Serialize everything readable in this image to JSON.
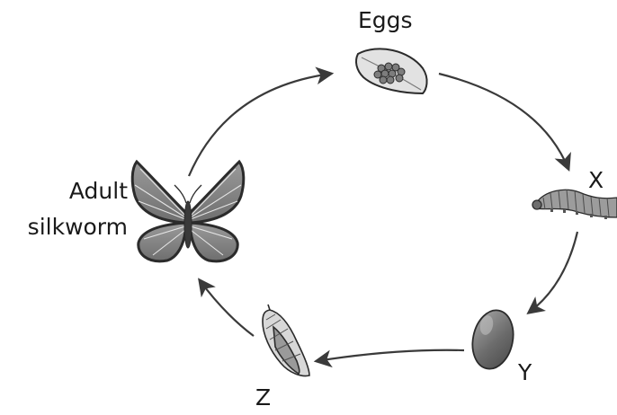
{
  "diagram": {
    "stages": {
      "eggs": "Eggs",
      "x": "X",
      "y": "Y",
      "z": "Z",
      "adult_line1": "Adult",
      "adult_line2": "silkworm"
    },
    "icons": {
      "eggs": "egg-cluster-on-leaf-icon",
      "x": "caterpillar-larva-icon",
      "y": "cocoon-icon",
      "z": "pupa-icon",
      "adult": "butterfly-moth-icon"
    },
    "colors": {
      "arrow": "#3a3a3a",
      "outline": "#2b2b2b",
      "fill_light": "#d9d9d9",
      "fill_mid": "#9a9a9a",
      "fill_dark": "#5e5e5e"
    }
  }
}
